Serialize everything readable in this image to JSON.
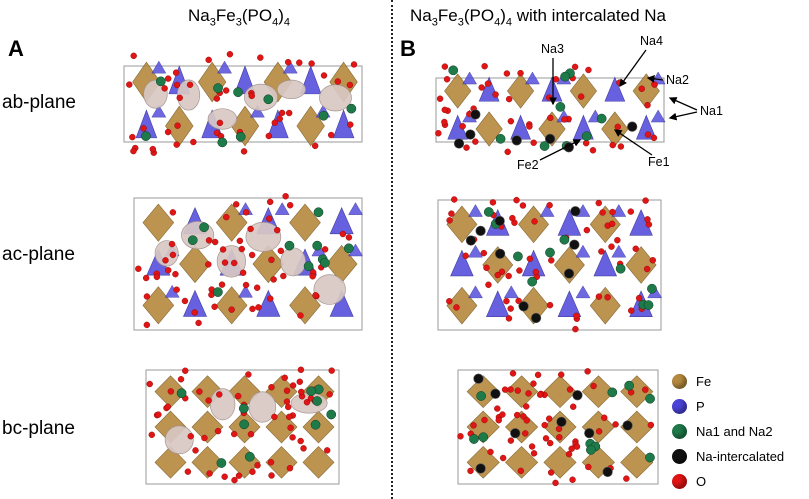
{
  "titles": {
    "left": {
      "base": "Na",
      "s1": "3",
      "mid": "Fe",
      "s2": "3",
      "open": "(PO",
      "s3": "4",
      "close": ")",
      "s4": "4",
      "suffix": ""
    },
    "right": {
      "base": "Na",
      "s1": "3",
      "mid": "Fe",
      "s2": "3",
      "open": "(PO",
      "s3": "4",
      "close": ")",
      "s4": "4",
      "suffix": " with intercalated Na"
    }
  },
  "panels": {
    "a": "A",
    "b": "B"
  },
  "planes": [
    "ab-plane",
    "ac-plane",
    "bc-plane"
  ],
  "annotations": {
    "na3": "Na3",
    "na4": "Na4",
    "na2": "Na2",
    "na1": "Na1",
    "fe2": "Fe2",
    "fe1": "Fe1"
  },
  "legend": [
    {
      "label": "Fe",
      "color": "#b5893e"
    },
    {
      "label": "P",
      "color": "#4a44d8"
    },
    {
      "label": "Na1 and Na2",
      "color": "#1f7a4a"
    },
    {
      "label": "Na-intercalated",
      "color": "#111111"
    },
    {
      "label": "O",
      "color": "#e01515"
    }
  ],
  "colors": {
    "fe": "#b5893e",
    "p": "#5750dc",
    "na": "#1f7a4a",
    "na_int": "#111111",
    "o": "#e01515",
    "surface": "#d8c8c4"
  }
}
